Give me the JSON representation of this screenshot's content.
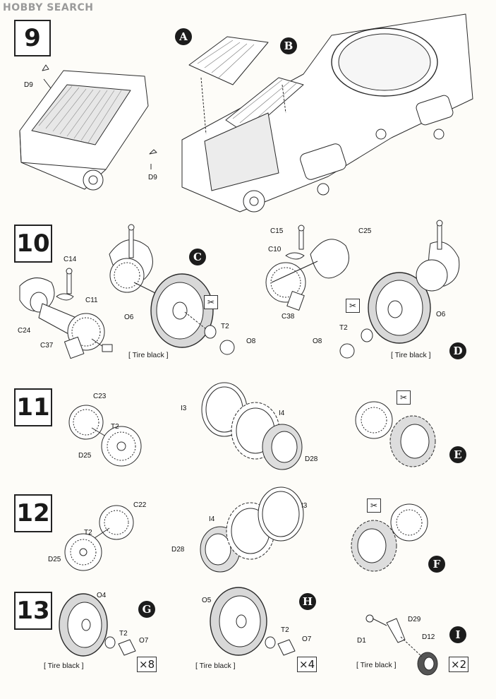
{
  "watermark": "HOBBY SEARCH",
  "steps": {
    "s9": "9",
    "s10": "10",
    "s11": "11",
    "s12": "12",
    "s13": "13"
  },
  "subassemblies": {
    "A": "A",
    "B": "B",
    "C": "C",
    "D": "D",
    "E": "E",
    "F": "F",
    "G": "G",
    "H": "H",
    "I": "I"
  },
  "parts": {
    "d9_a": "D9",
    "d9_b": "D9",
    "c14": "C14",
    "c11": "C11",
    "c24": "C24",
    "c37": "C37",
    "o6_a": "O6",
    "t2_a": "T2",
    "o8_a": "O8",
    "c15": "C15",
    "c25": "C25",
    "c10": "C10",
    "c38": "C38",
    "t2_b": "T2",
    "o6_b": "O6",
    "o8_b": "O8",
    "c23": "C23",
    "t2_c": "T2",
    "d25_a": "D25",
    "i3_a": "I3",
    "i4_a": "I4",
    "d28_a": "D28",
    "c22": "C22",
    "t2_d": "T2",
    "d25_b": "D25",
    "i4_b": "I4",
    "i3_b": "I3",
    "d28_b": "D28",
    "o4": "O4",
    "t2_e": "T2",
    "o7_a": "O7",
    "o5": "O5",
    "t2_f": "T2",
    "o7_b": "O7",
    "d29": "D29",
    "d1": "D1",
    "d12": "D12"
  },
  "paint_notes": {
    "tire_10a": "[ Tire black ]",
    "tire_10b": "[ Tire black ]",
    "tire_13a": "[ Tire black ]",
    "tire_13b": "[ Tire black ]",
    "tire_13c": "[ Tire black ]"
  },
  "multipliers": {
    "g": "×8",
    "h": "×4",
    "i": "×2"
  },
  "icons": {
    "glue": "no-glue-icon",
    "badge_color": "#1c1c1c",
    "line_color": "#2a2a2a"
  }
}
